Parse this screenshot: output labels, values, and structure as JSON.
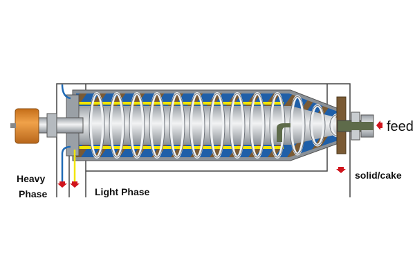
{
  "title": "Decanter centrifuge diagram",
  "labels": {
    "heavy_line1": "Heavy",
    "heavy_line2": "Phase",
    "light_phase": "Light Phase",
    "solid_cake": "solid/cake",
    "feed": "feed"
  },
  "colors": {
    "liquid_blue": "#1f5fa8",
    "solids_brown": "#7a5a34",
    "light_phase_yellow": "#f2e600",
    "motor_orange": "#e08a2a",
    "arrow_red": "#d0141c",
    "frame": "#444444"
  }
}
